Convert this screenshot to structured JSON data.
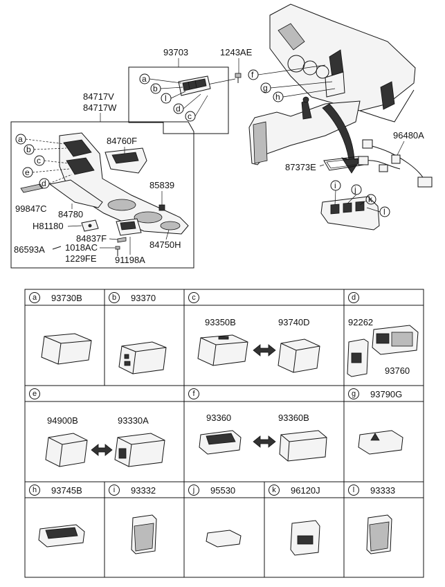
{
  "assembly": {
    "top_group": "93703",
    "top_bolt": "1243AE",
    "panel_codes": [
      "84717V",
      "84717W"
    ],
    "parts": {
      "p84760F": "84760F",
      "p85839": "85839",
      "p99847C": "99847C",
      "p84780": "84780",
      "pH81180": "H81180",
      "p84837F": "84837F",
      "p86593A": "86593A",
      "p1018AC": "1018AC",
      "p1229FE": "1229FE",
      "p91198A": "91198A",
      "p84750H": "84750H",
      "p96480A": "96480A",
      "p87373E": "87373E"
    },
    "callouts_left": [
      "a",
      "b",
      "c",
      "e",
      "d"
    ],
    "callouts_group": [
      "a",
      "b",
      "l",
      "d",
      "c"
    ],
    "callouts_dash": [
      "f",
      "g",
      "h"
    ],
    "callouts_console": [
      "i",
      "j",
      "k",
      "l"
    ]
  },
  "grid": [
    {
      "letter": "a",
      "codes": [
        "93730B"
      ]
    },
    {
      "letter": "b",
      "codes": [
        "93370"
      ]
    },
    {
      "letter": "c",
      "codes": [
        "93350B",
        "93740D"
      ]
    },
    {
      "letter": "d",
      "codes": [
        "92262",
        "93760"
      ]
    },
    {
      "letter": "e",
      "codes": [
        "94900B",
        "93330A"
      ]
    },
    {
      "letter": "f",
      "codes": [
        "93360",
        "93360B"
      ]
    },
    {
      "letter": "g",
      "codes": [
        "93790G"
      ]
    },
    {
      "letter": "h",
      "codes": [
        "93745B"
      ]
    },
    {
      "letter": "i",
      "codes": [
        "93332"
      ]
    },
    {
      "letter": "j",
      "codes": [
        "95530"
      ]
    },
    {
      "letter": "k",
      "codes": [
        "96120J"
      ]
    },
    {
      "letter": "l",
      "codes": [
        "93333"
      ]
    }
  ]
}
